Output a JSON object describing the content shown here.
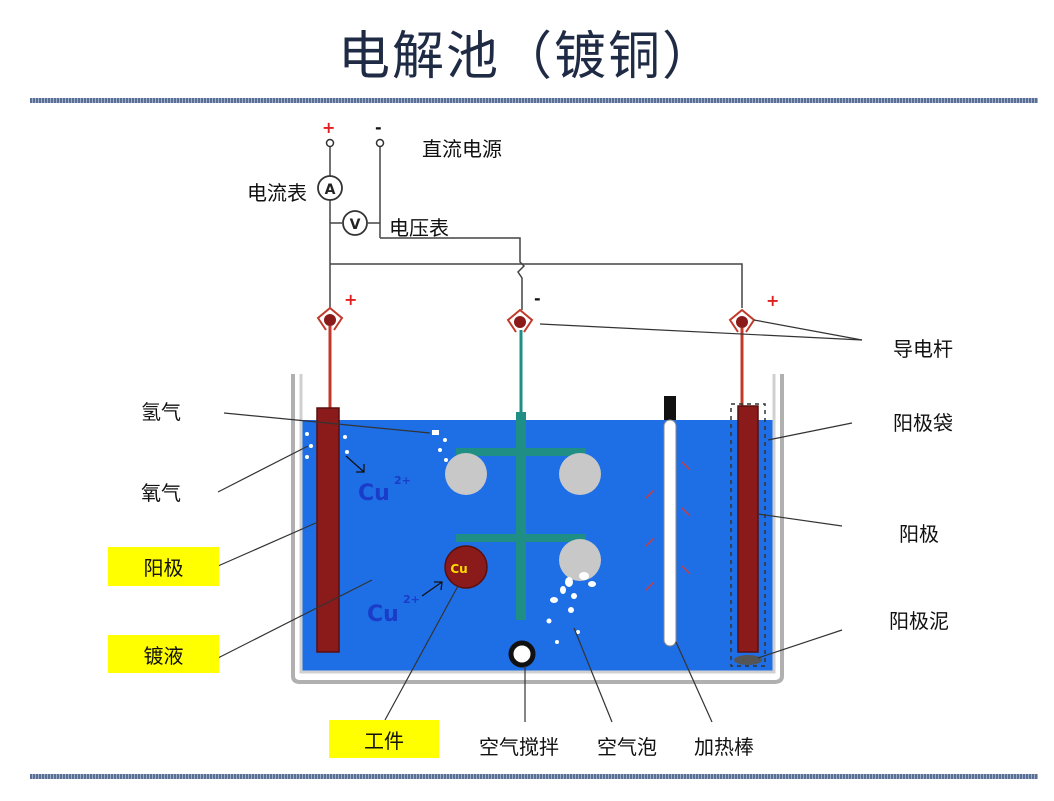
{
  "title": "电解池（镀铜）",
  "labels": {
    "dc_power": "直流电源",
    "ammeter": "电流表",
    "voltmeter": "电压表",
    "conductive_rod": "导电杆",
    "hydrogen": "氢气",
    "oxygen": "氧气",
    "anode_left": "阳极",
    "plating_solution": "镀液",
    "workpiece": "工件",
    "anode_bag": "阳极袋",
    "anode_right": "阳极",
    "anode_mud": "阳极泥",
    "air_stirring": "空气搅拌",
    "air_bubble": "空气泡",
    "heating_rod": "加热棒"
  },
  "symbols": {
    "plus": "+",
    "minus": "-",
    "ammeter_symbol": "A",
    "voltmeter_symbol": "V",
    "ion_cu": "Cu",
    "ion_charge": "2+",
    "cu_ball": "Cu"
  },
  "colors": {
    "solution": "#1e6fe6",
    "anode": "#8b1a1a",
    "highlight": "#ffff00",
    "rule": "#5a6f93",
    "plus_sign": "#e02020",
    "teal_rod": "#1f8f86"
  }
}
